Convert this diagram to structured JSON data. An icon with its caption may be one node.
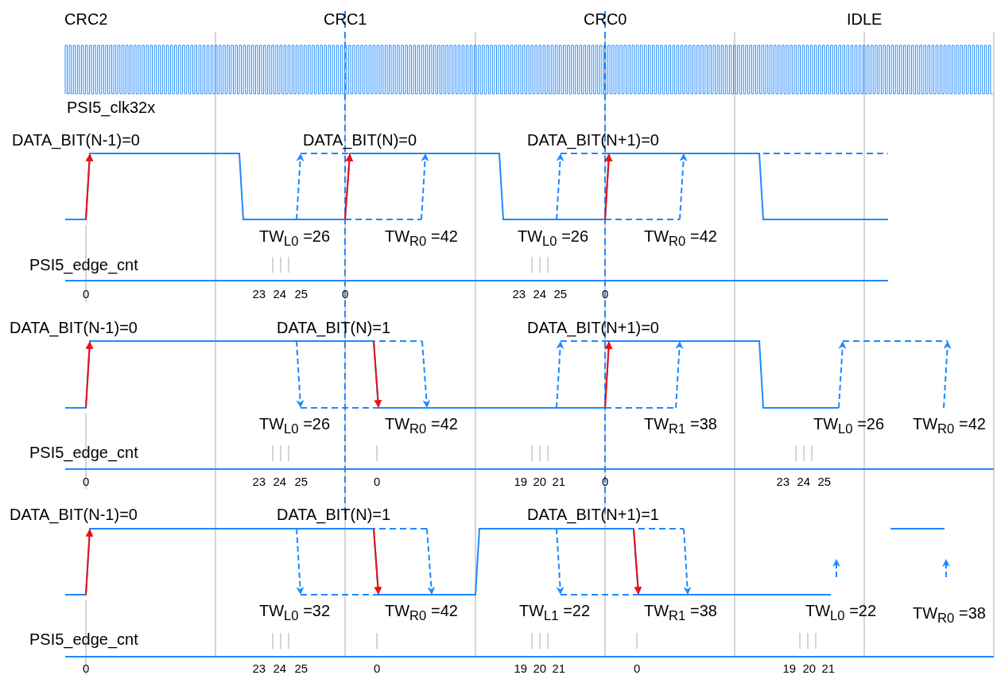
{
  "diagram": {
    "labels": [
      "CRC2",
      "CRC1",
      "CRC0",
      "IDLE",
      "PSI5_clk32x",
      "DATA_BIT(N-1)=0",
      "DATA_BIT(N)=0",
      "DATA_BIT(N+1)=0",
      "TW$_{L0}$ =26",
      "TW$_{R0}$ =42",
      "TW$_{L0}$ =26",
      "TW$_{R0}$ =42",
      "PSI5_edge_cnt",
      "0",
      "23",
      "24",
      "25",
      "0",
      "23",
      "24",
      "25",
      "0",
      "DATA_BIT(N-1)=0",
      "DATA_BIT(N)=1",
      "DATA_BIT(N+1)=0",
      "TW$_{L0}$ =26",
      "TW$_{R0}$ =42",
      "TW$_{R1}$ =38",
      "TW$_{L0}$ =26",
      "TW$_{R0}$ =42",
      "PSI5_edge_cnt",
      "0",
      "23",
      "24",
      "25",
      "0",
      "19",
      "20",
      "21",
      "0",
      "23",
      "24",
      "25",
      "DATA_BIT(N-1)=0",
      "DATA_BIT(N)=1",
      "DATA_BIT(N+1)=1",
      "TW$_{L0}$ =32",
      "TW$_{R0}$ =42",
      "TW$_{L1}$ =22",
      "TW$_{R1}$ =38",
      "TW$_{L0}$ =22",
      "TW$_{R0}$ =38",
      "PSI5_edge_cnt",
      "0",
      "23",
      "24",
      "25",
      "0",
      "19",
      "20",
      "21",
      "0",
      "19",
      "20",
      "21"
    ]
  }
}
